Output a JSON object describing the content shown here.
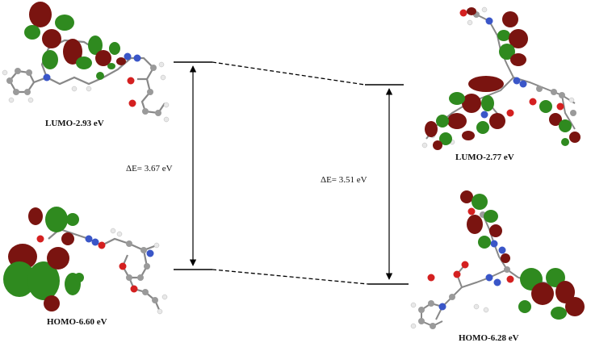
{
  "left_molecule": {
    "lumo_label": "LUMO-2.93 eV",
    "homo_label": "HOMO-6.60 eV",
    "gap_label": "ΔE= 3.67 eV"
  },
  "right_molecule": {
    "lumo_label": "LUMO-2.77 eV",
    "homo_label": "HOMO-6.28 eV",
    "gap_label": "ΔE= 3.51 eV"
  },
  "colors": {
    "orbital_positive": "#7a1410",
    "orbital_negative": "#2f8a1f",
    "nitrogen": "#3a56c8",
    "oxygen": "#d42020",
    "carbon": "#9a9a9a",
    "hydrogen": "#e8e8e8",
    "lines": "#000000"
  }
}
